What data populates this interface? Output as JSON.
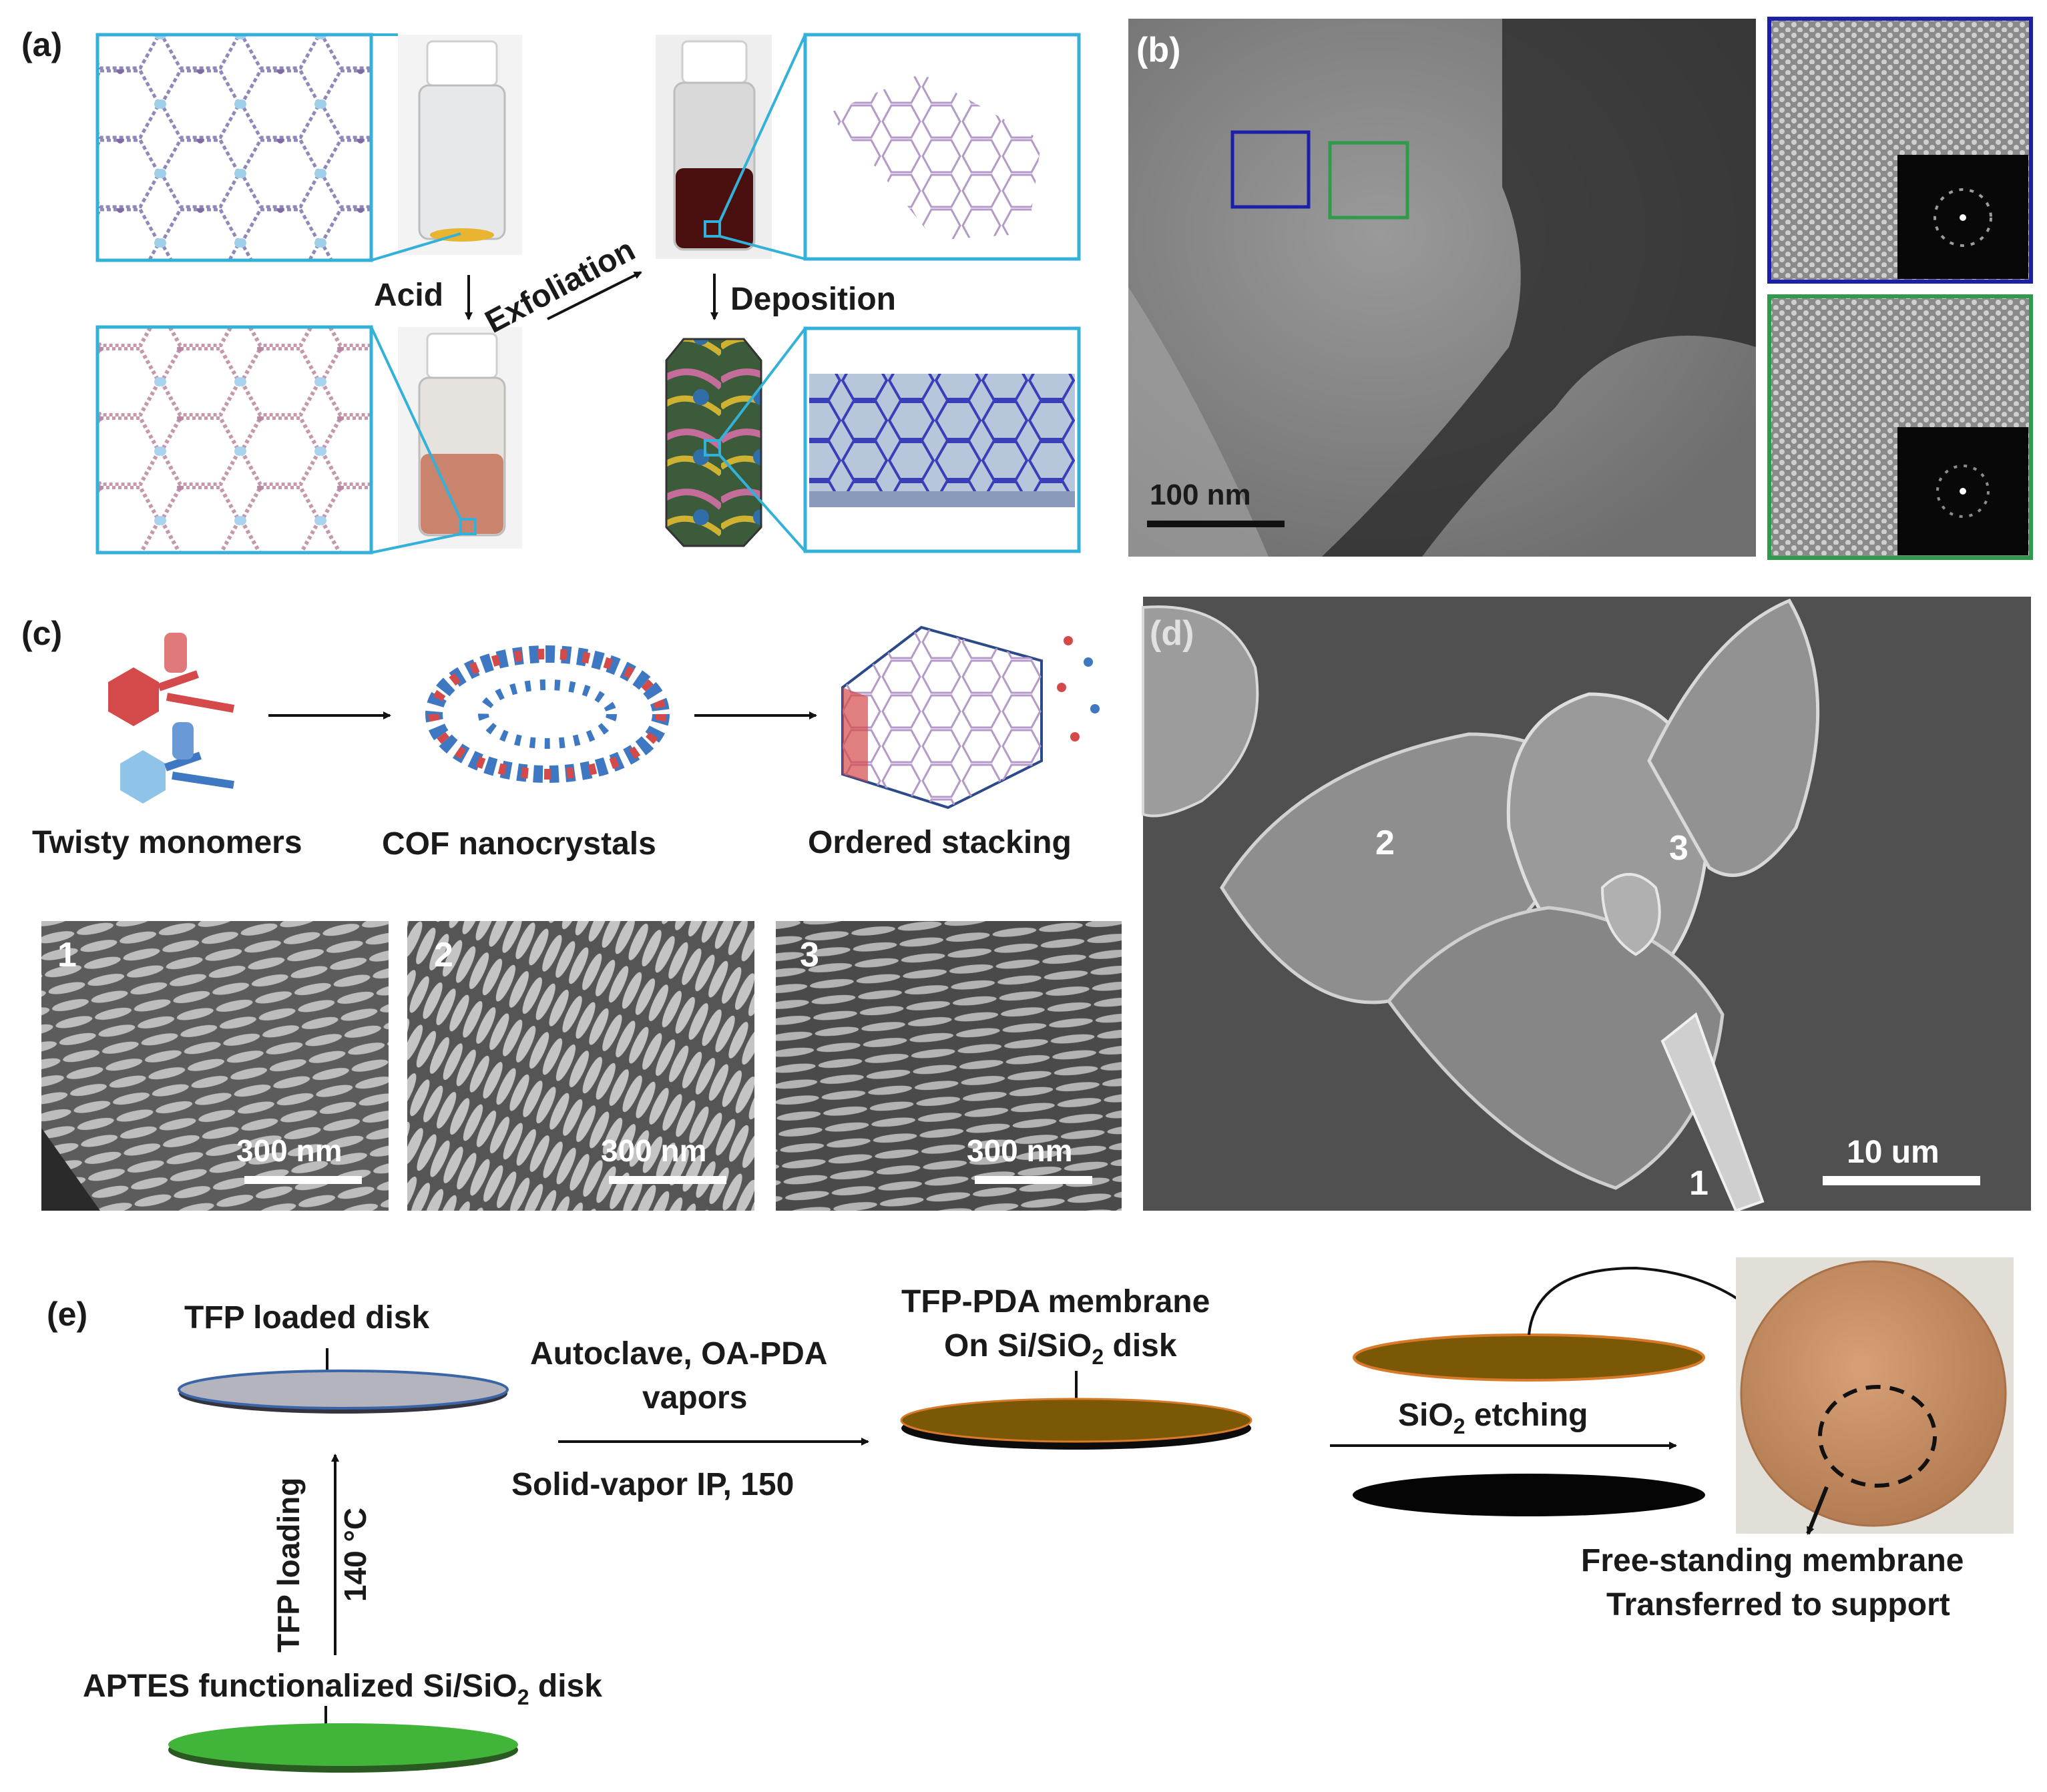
{
  "panels": {
    "a": {
      "label": "(a)",
      "acid": "Acid",
      "exfoliation": "Exfoliation",
      "deposition": "Deposition"
    },
    "b": {
      "label": "(b)",
      "scalebar": "100 nm"
    },
    "c": {
      "label": "(c)",
      "stage1": "Twisty monomers",
      "stage2": "COF nanocrystals",
      "stage3": "Ordered stacking",
      "sem": [
        {
          "num": "1",
          "scalebar": "300 nm"
        },
        {
          "num": "2",
          "scalebar": "300 nm"
        },
        {
          "num": "3",
          "scalebar": "300 nm"
        }
      ]
    },
    "d": {
      "label": "(d)",
      "markers": [
        "2",
        "3",
        "1"
      ],
      "scalebar": "10 um"
    },
    "e": {
      "label": "(e)",
      "tfp_disk": "TFP loaded disk",
      "autoclave_l1": "Autoclave, OA-PDA",
      "autoclave_l2": "vapors",
      "ip": "Solid-vapor IP, 150",
      "membrane_l1": "TFP-PDA membrane",
      "membrane_l2_pre": "On Si/SiO",
      "membrane_l2_sub": "2",
      "membrane_l2_post": " disk",
      "etch_pre": "SiO",
      "etch_sub": "2",
      "etch_post": " etching",
      "tfp_loading": "TFP loading",
      "temp": "140 °C",
      "aptes_pre": "APTES functionalized Si/SiO",
      "aptes_sub": "2",
      "aptes_post": " disk",
      "free_l1": "Free-standing membrane",
      "free_l2": "Transferred to support"
    }
  },
  "colors": {
    "frame_cyan": "#33b1d8",
    "box_blue": "#1c1fa8",
    "box_green": "#2e9a4a",
    "disk_grey": "#b4b4bf",
    "disk_brown": "#7a5806",
    "disk_green": "#41b53a",
    "cof_red": "#d44a4a",
    "cof_blue": "#3f78c2"
  }
}
